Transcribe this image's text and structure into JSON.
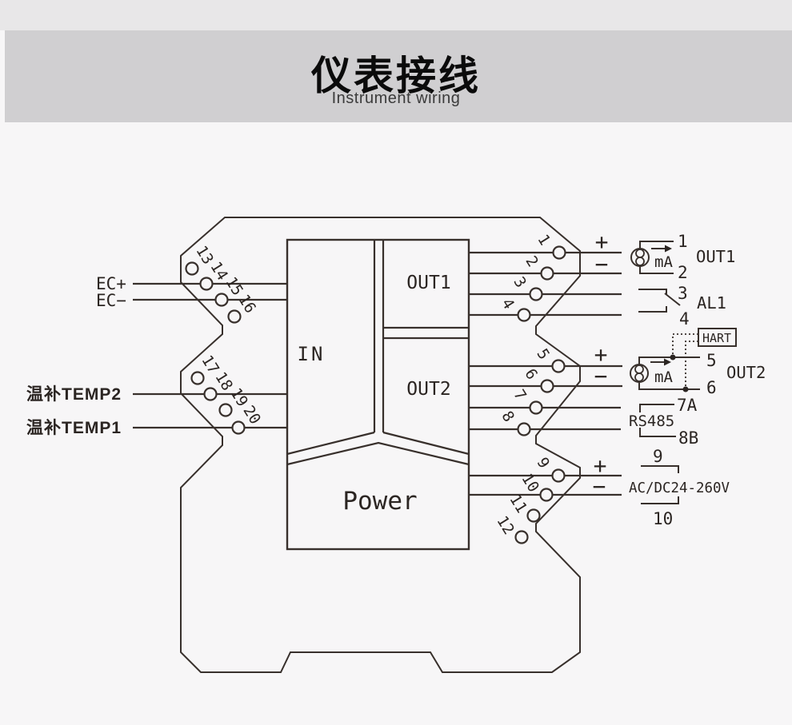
{
  "header": {
    "title": "仪表接线",
    "subtitle": "Instrument wiring"
  },
  "module": {
    "in": "IN",
    "out1": "OUT1",
    "out2": "OUT2",
    "power": "Power"
  },
  "inputs": {
    "ec_plus": "EC+",
    "ec_minus": "EC−",
    "temp2": "温补TEMP2",
    "temp1": "温补TEMP1"
  },
  "terminals": {
    "left": [
      "13",
      "14",
      "15",
      "16",
      "17",
      "18",
      "19",
      "20"
    ],
    "right": [
      "1",
      "2",
      "3",
      "4",
      "5",
      "6",
      "7",
      "8",
      "9",
      "10",
      "11",
      "12"
    ]
  },
  "out1_section": {
    "plus": "+",
    "minus": "−",
    "ma": "mA",
    "t1": "1",
    "t2": "2",
    "label": "OUT1"
  },
  "al1_section": {
    "t3": "3",
    "t4": "4",
    "label": "AL1"
  },
  "out2_section": {
    "hart": "HART",
    "plus": "+",
    "minus": "−",
    "ma": "mA",
    "t5": "5",
    "t6": "6",
    "label": "OUT2"
  },
  "rs485_section": {
    "t7a": "7A",
    "t8b": "8B",
    "label": "RS485"
  },
  "power_section": {
    "plus": "+",
    "minus": "−",
    "t9": "9",
    "t10": "10",
    "label": "AC/DC24-260V"
  },
  "colors": {
    "background": "#f7f6f7",
    "header_strip": "#e8e7e8",
    "title_band": "#d0cfd1",
    "line": "#38302c",
    "text": "#2b2522"
  }
}
